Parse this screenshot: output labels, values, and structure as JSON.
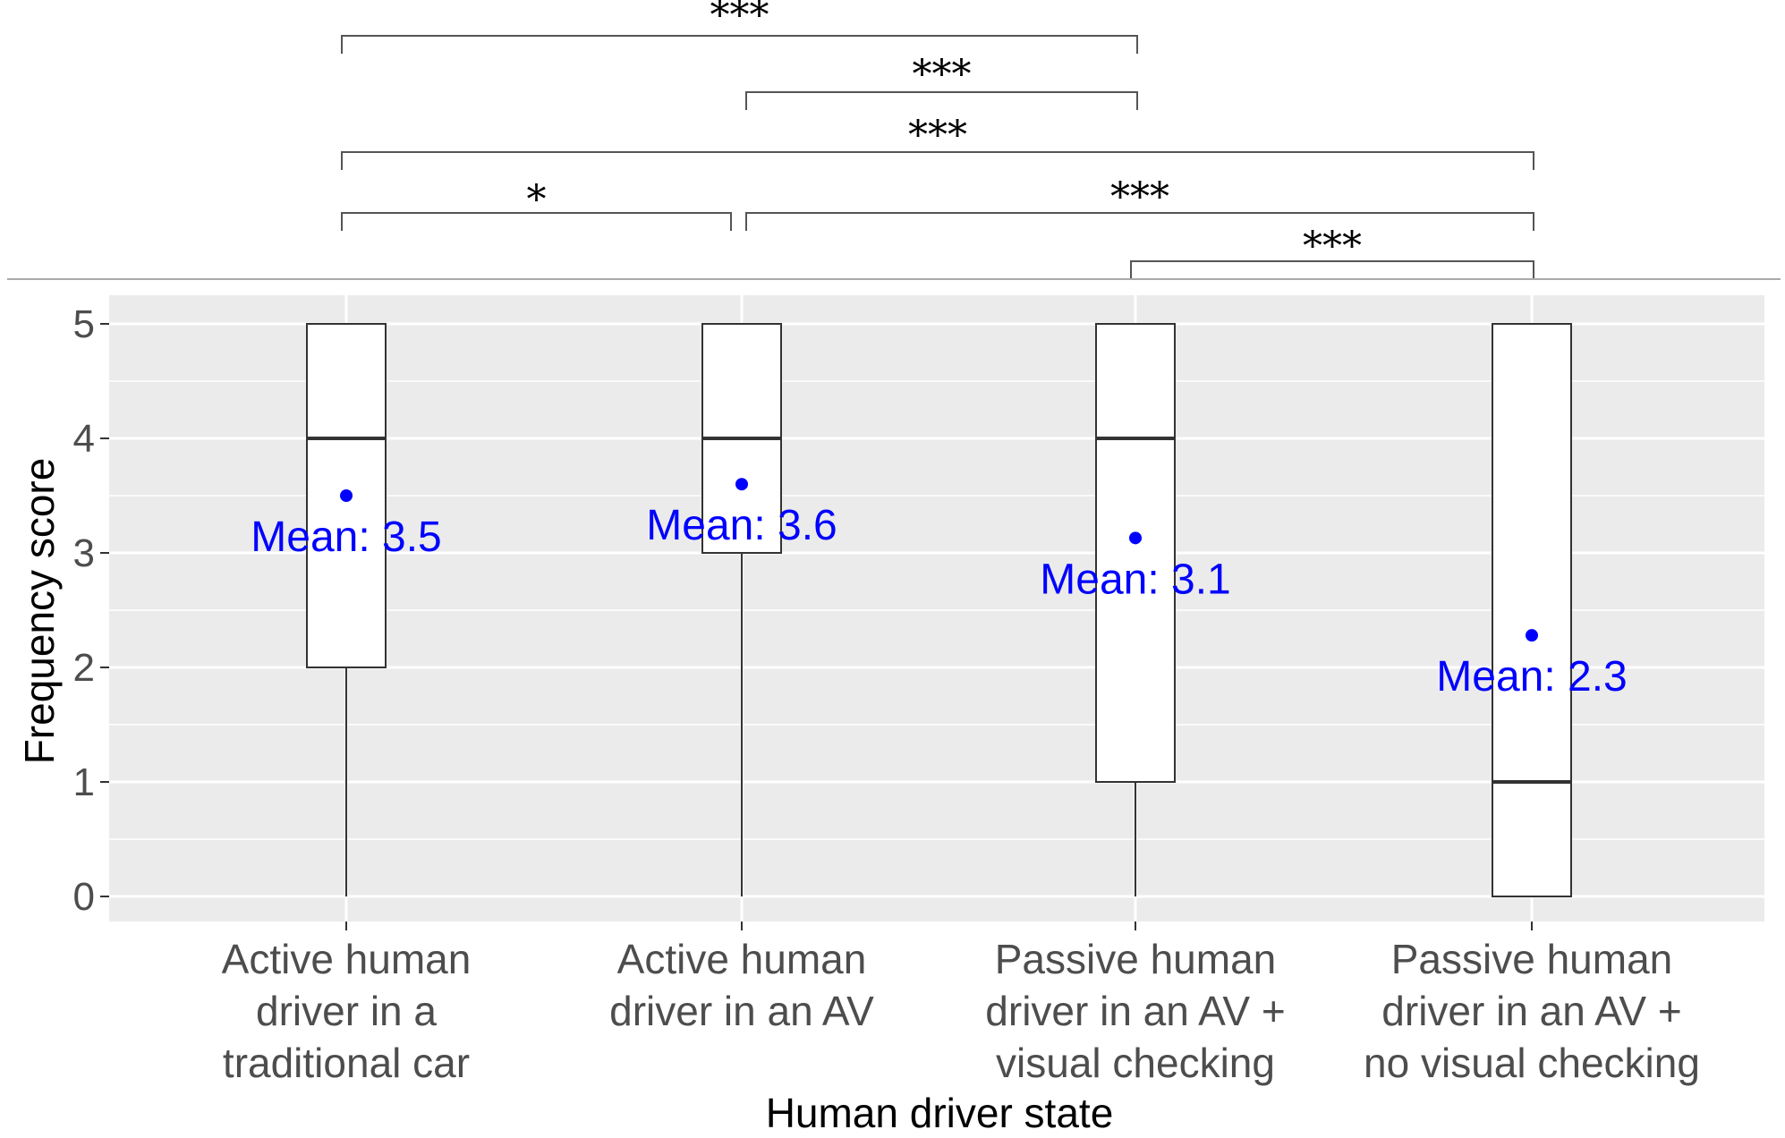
{
  "chart_data": {
    "type": "box",
    "xlabel": "Human driver state",
    "ylabel": "Frequency score",
    "ylim": [
      0,
      5
    ],
    "yticks": [
      "0",
      "1",
      "2",
      "3",
      "4",
      "5"
    ],
    "categories": [
      [
        "Active human",
        "driver in a",
        "traditional car"
      ],
      [
        "Active human",
        "driver in an AV"
      ],
      [
        "Passive human",
        "driver in an AV +",
        "visual checking"
      ],
      [
        "Passive human",
        "driver in an AV +",
        "no visual checking"
      ]
    ],
    "boxes": [
      {
        "min": 0,
        "q1": 2,
        "median": 4,
        "q3": 5,
        "max": 5,
        "mean": 3.5,
        "mean_label": "Mean: 3.5"
      },
      {
        "min": 0,
        "q1": 3,
        "median": 4,
        "q3": 5,
        "max": 5,
        "mean": 3.6,
        "mean_label": "Mean: 3.6"
      },
      {
        "min": 0,
        "q1": 1,
        "median": 4,
        "q3": 5,
        "max": 5,
        "mean": 3.13,
        "mean_label": "Mean: 3.1"
      },
      {
        "min": 0,
        "q1": 0,
        "median": 1,
        "q3": 5,
        "max": 5,
        "mean": 2.28,
        "mean_label": "Mean: 2.3"
      }
    ],
    "significance": [
      {
        "from": 0,
        "to": 2,
        "label": "***"
      },
      {
        "from": 1,
        "to": 2,
        "label": "***"
      },
      {
        "from": 0,
        "to": 3,
        "label": "***"
      },
      {
        "from": 0,
        "to": 1,
        "label": "*"
      },
      {
        "from": 1,
        "to": 3,
        "label": "***"
      },
      {
        "from": 2,
        "to": 3,
        "label": "***"
      }
    ],
    "grid": true,
    "colors": {
      "panel": "#ebebeb",
      "grid": "#ffffff",
      "box_fill": "#ffffff",
      "box_line": "#333333",
      "mean": "#0000ff"
    }
  }
}
